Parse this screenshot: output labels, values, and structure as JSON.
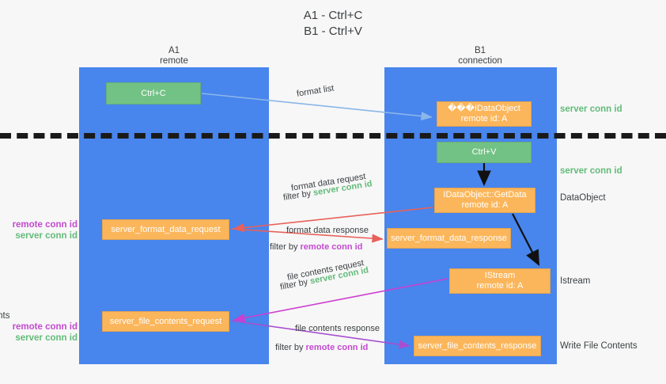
{
  "title": {
    "line1": "A1 - Ctrl+C",
    "line2": "B1 - Ctrl+V"
  },
  "lanes": [
    {
      "id": "a1",
      "name": "A1",
      "role": "remote"
    },
    {
      "id": "b1",
      "name": "B1",
      "role": "connection"
    }
  ],
  "nodes": {
    "ctrl_c": {
      "line1": "Ctrl+C",
      "line2": "",
      "color": "#72c285"
    },
    "data_object": {
      "line1": "���IDataObject",
      "line2": "remote id: A",
      "color": "#fbb65b"
    },
    "ctrl_v": {
      "line1": "Ctrl+V",
      "line2": "",
      "color": "#72c285"
    },
    "get_data": {
      "line1": "IDataObject::GetData",
      "line2": "remote id: A",
      "color": "#fbb65b"
    },
    "istream": {
      "line1": "IStream",
      "line2": "remote id: A",
      "color": "#fbb65b"
    },
    "server_format_data_request": {
      "line1": "server_format_data_request",
      "line2": "",
      "color": "#fbb65b"
    },
    "server_format_data_response": {
      "line1": "server_format_data_response",
      "line2": "",
      "color": "#fbb65b"
    },
    "server_file_contents_request": {
      "line1": "server_file_contents_request",
      "line2": "",
      "color": "#fbb65b"
    },
    "server_file_contents_response": {
      "line1": "server_file_contents_response",
      "line2": "",
      "color": "#fbb65b"
    }
  },
  "edge_labels": {
    "format_list": "format list",
    "format_data_request": "format data request",
    "format_data_request_filter_prefix": "filter by ",
    "format_data_request_filter_key": "server conn id",
    "format_data_response": "format data response",
    "format_data_response_filter_prefix": "filter by ",
    "format_data_response_filter_key": "remote conn id",
    "file_contents_request": "file contents request",
    "file_contents_request_filter_prefix": "filter by ",
    "file_contents_request_filter_key": "server conn id",
    "file_contents_response": "file contents response",
    "file_contents_response_filter_prefix": "filter by ",
    "file_contents_response_filter_key": "remote conn id"
  },
  "annotations": {
    "server_conn_id_top": "server conn id",
    "server_conn_id_mid": "server conn id",
    "data_object": "DataObject",
    "istream": "Istream",
    "write_file_contents": "Write File Contents",
    "read_file_contents": "Read File Contents",
    "remote_conn_id_1": "remote conn id",
    "server_conn_id_1": "server conn id",
    "remote_conn_id_2": "remote conn id",
    "server_conn_id_2": "server conn id"
  },
  "colors": {
    "lane": "#4885ed",
    "green_box": "#72c285",
    "orange_box": "#fbb65b",
    "green_text": "#63bb7a",
    "magenta_text": "#c44ad0",
    "arrow_blue": "#8ab6e8",
    "arrow_red": "#e8615a",
    "arrow_magenta": "#cc3fd0",
    "arrow_purple": "#a84fd0",
    "arrow_dark": "#111111",
    "divider": "#1a1a1a",
    "background": "#f7f7f7"
  }
}
